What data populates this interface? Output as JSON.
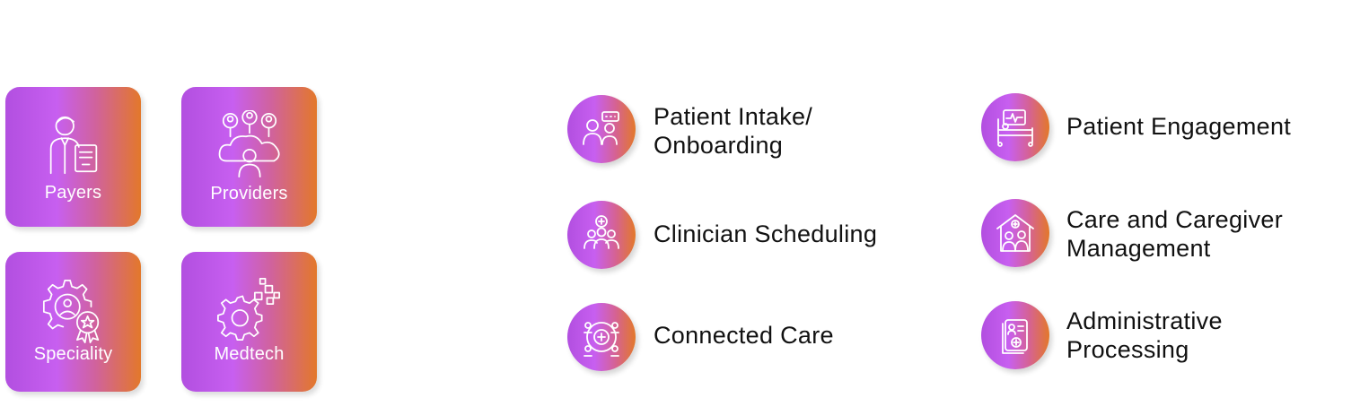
{
  "segments": [
    {
      "label": "Payers",
      "icon": "payer-person-document-icon"
    },
    {
      "label": "Providers",
      "icon": "provider-network-cloud-icon"
    },
    {
      "label": "Speciality",
      "icon": "gear-award-badge-icon"
    },
    {
      "label": "Medtech",
      "icon": "gear-digital-pixels-icon"
    }
  ],
  "services": [
    {
      "label_line1": "Patient Intake/",
      "label_line2": "Onboarding",
      "icon": "patient-consultation-icon"
    },
    {
      "label_line1": "Patient Engagement",
      "label_line2": "",
      "icon": "hospital-bed-monitor-icon"
    },
    {
      "label_line1": "Clinician Scheduling",
      "label_line2": "",
      "icon": "medical-team-group-icon"
    },
    {
      "label_line1": "Care and Caregiver",
      "label_line2": "Management",
      "icon": "caregiver-home-icon"
    },
    {
      "label_line1": "Connected Care",
      "label_line2": "",
      "icon": "connected-care-network-icon"
    },
    {
      "label_line1": "Administrative",
      "label_line2": "Processing",
      "icon": "medical-record-document-icon"
    }
  ],
  "colors": {
    "gradient_start": "#b24fe0",
    "gradient_mid": "#c75ff0",
    "gradient_end": "#e3782a",
    "label_text": "#111111",
    "icon_stroke": "#ffffff"
  }
}
